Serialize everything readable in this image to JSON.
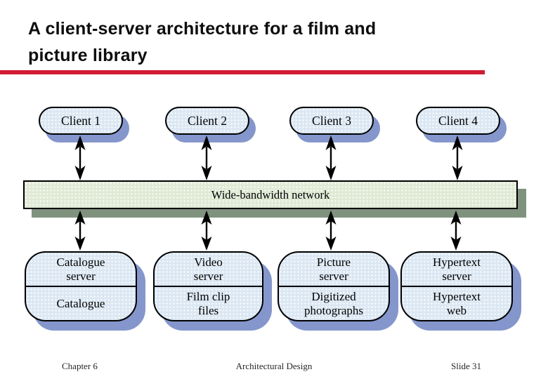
{
  "title": "A client-server architecture for a film and\npicture library",
  "diagram": {
    "clients": [
      "Client 1",
      "Client 2",
      "Client 3",
      "Client 4"
    ],
    "network_label": "Wide-bandwidth network",
    "servers": [
      {
        "name": "Catalogue\nserver",
        "store": "Catalogue"
      },
      {
        "name": "Video\nserver",
        "store": "Film clip\nfiles"
      },
      {
        "name": "Picture\nserver",
        "store": "Digitized\nphotographs"
      },
      {
        "name": "Hypertext\nserver",
        "store": "Hypertext\nweb"
      }
    ]
  },
  "footer": {
    "chapter": "Chapter 6",
    "section": "Architectural Design",
    "slide": "Slide 31"
  },
  "colors": {
    "accent_rule": "#d01b32",
    "box_fill_blue": "#dbe7f3",
    "box_shadow_blue": "#8496cc",
    "network_fill_green": "#dfe9d4",
    "network_shadow_green": "#7e927e",
    "border": "#000000",
    "title_text": "#0d0d0d"
  }
}
